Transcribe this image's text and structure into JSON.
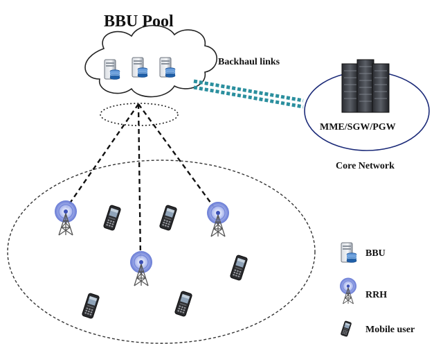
{
  "title": "BBU Pool",
  "backhaul_label": "Backhaul links",
  "core": {
    "inner_label": "MME/SGW/PGW",
    "caption": "Core Network"
  },
  "legend": {
    "bbu": "BBU",
    "rrh": "RRH",
    "mobile_user": "Mobile user"
  },
  "colors": {
    "backhaul": "#2b8f9e",
    "rrh_glow": "#6b7fd6",
    "server_blue": "#3f74b8"
  },
  "icons": [
    "bbu-server-icon",
    "rrh-tower-icon",
    "mobile-phone-icon",
    "core-server-icon",
    "cloud-icon"
  ]
}
